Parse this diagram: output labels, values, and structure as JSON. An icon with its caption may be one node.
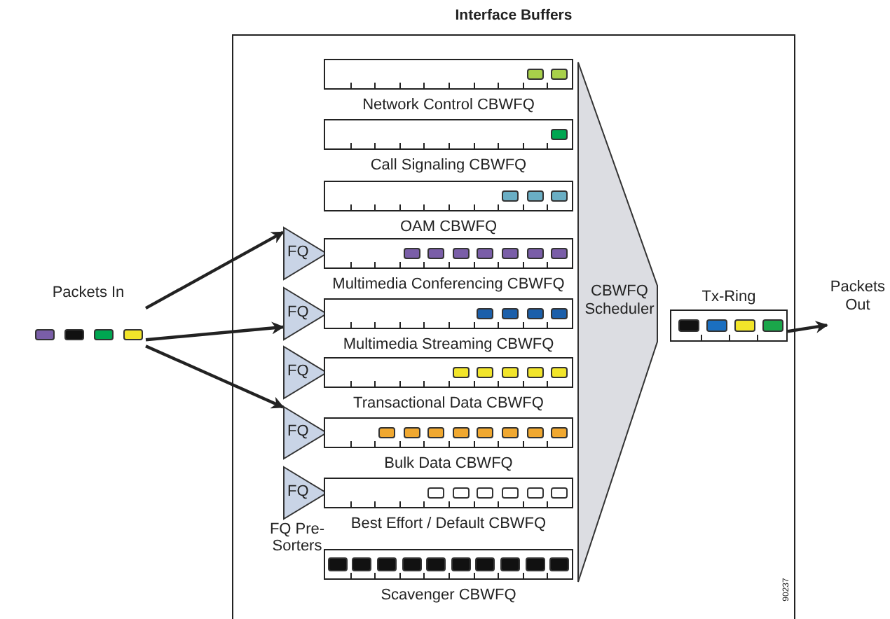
{
  "diagram": {
    "title": "Interface Buffers",
    "nodes": [
      {
        "text": [
          "Packets In"
        ]
      },
      {
        "text": [
          "Network Control CBWFQ"
        ]
      },
      {
        "text": [
          "Call Signaling CBWFQ"
        ]
      },
      {
        "text": [
          "OAM CBWFQ"
        ]
      },
      {
        "text": [
          "FQ"
        ]
      },
      {
        "text": [
          "Multimedia Conferencing CBWFQ"
        ]
      },
      {
        "text": [
          "FQ"
        ]
      },
      {
        "text": [
          "Multimedia Streaming CBWFQ"
        ]
      },
      {
        "text": [
          "FQ"
        ]
      },
      {
        "text": [
          "Transactional Data CBWFQ"
        ]
      },
      {
        "text": [
          "FQ"
        ]
      },
      {
        "text": [
          "Bulk Data CBWFQ"
        ]
      },
      {
        "text": [
          "FQ"
        ]
      },
      {
        "text": [
          "Best Effort / Default CBWFQ"
        ]
      },
      {
        "text": [
          "Scavenger CBWFQ"
        ]
      },
      {
        "text": [
          "CBWFQ Scheduler"
        ]
      },
      {
        "text": [
          "Tx-Ring"
        ]
      },
      {
        "text": [
          "Packets Out"
        ]
      }
    ],
    "edges": [
      {
        "from": 0,
        "to": 4,
        "arrow": "to"
      },
      {
        "from": 0,
        "to": 6,
        "arrow": "to"
      },
      {
        "from": 0,
        "to": 10,
        "arrow": "to"
      },
      {
        "from": 16,
        "to": 17,
        "arrow": "to"
      }
    ],
    "labels": [
      "FQ Pre-Sorters",
      "90237"
    ]
  }
}
